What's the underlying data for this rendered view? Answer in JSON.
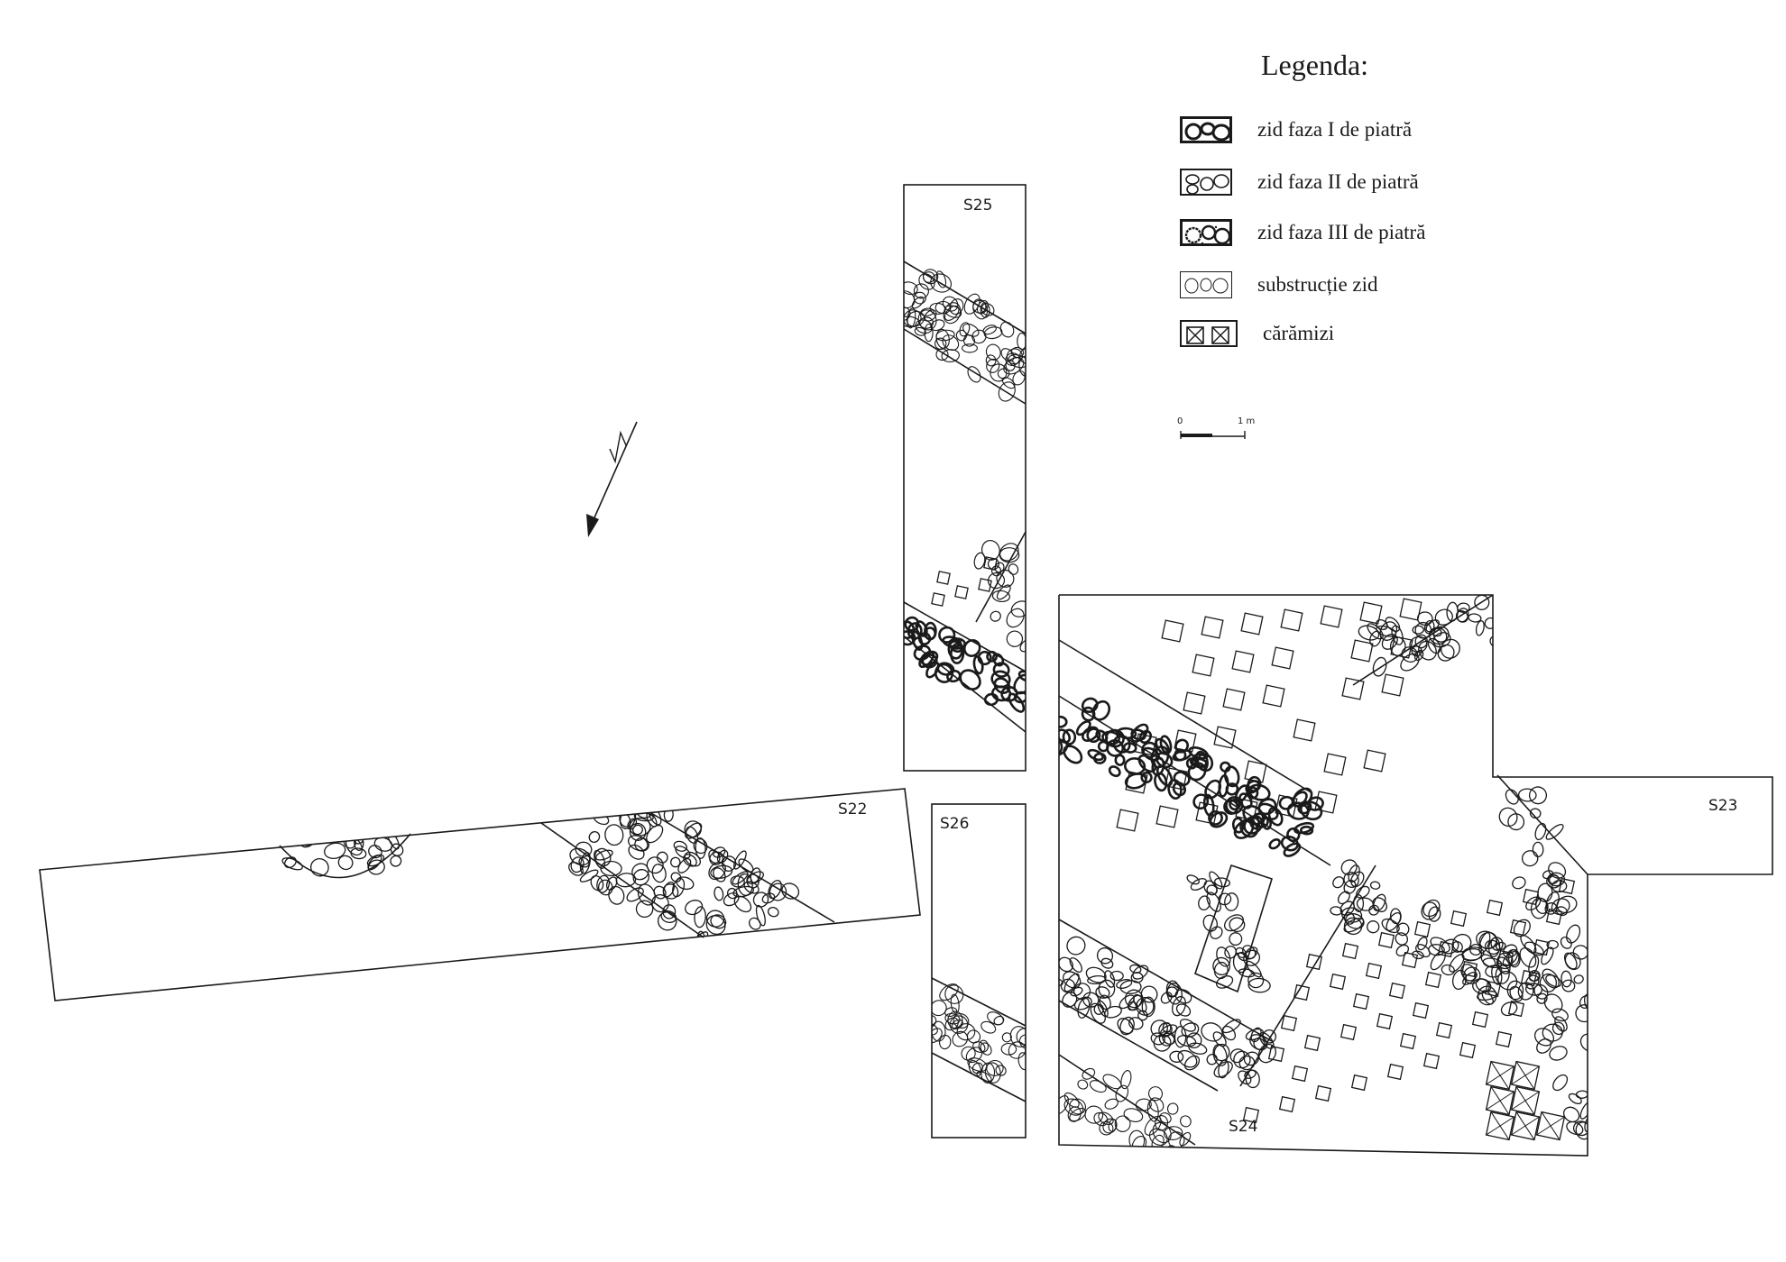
{
  "legend": {
    "title": "Legenda:",
    "items": [
      {
        "label": "zid faza I de piatră",
        "pattern": "stone-heavy"
      },
      {
        "label": "zid faza II de piatră",
        "pattern": "stone-medium"
      },
      {
        "label": "zid faza III de piatră",
        "pattern": "stone-dotted"
      },
      {
        "label": "substrucție zid",
        "pattern": "stone-light"
      },
      {
        "label": "cărămizi",
        "pattern": "brick-cross"
      }
    ]
  },
  "scale_bar": {
    "start": "0",
    "end": "1 m"
  },
  "north_arrow": {
    "label": "N"
  },
  "trenches": [
    {
      "id": "s25",
      "label": "S25"
    },
    {
      "id": "s22",
      "label": "S22"
    },
    {
      "id": "s26",
      "label": "S26"
    },
    {
      "id": "s23",
      "label": "S23"
    },
    {
      "id": "s24",
      "label": "S24"
    }
  ],
  "colors": {
    "ink": "#1a1a1a",
    "paper": "#ffffff"
  }
}
